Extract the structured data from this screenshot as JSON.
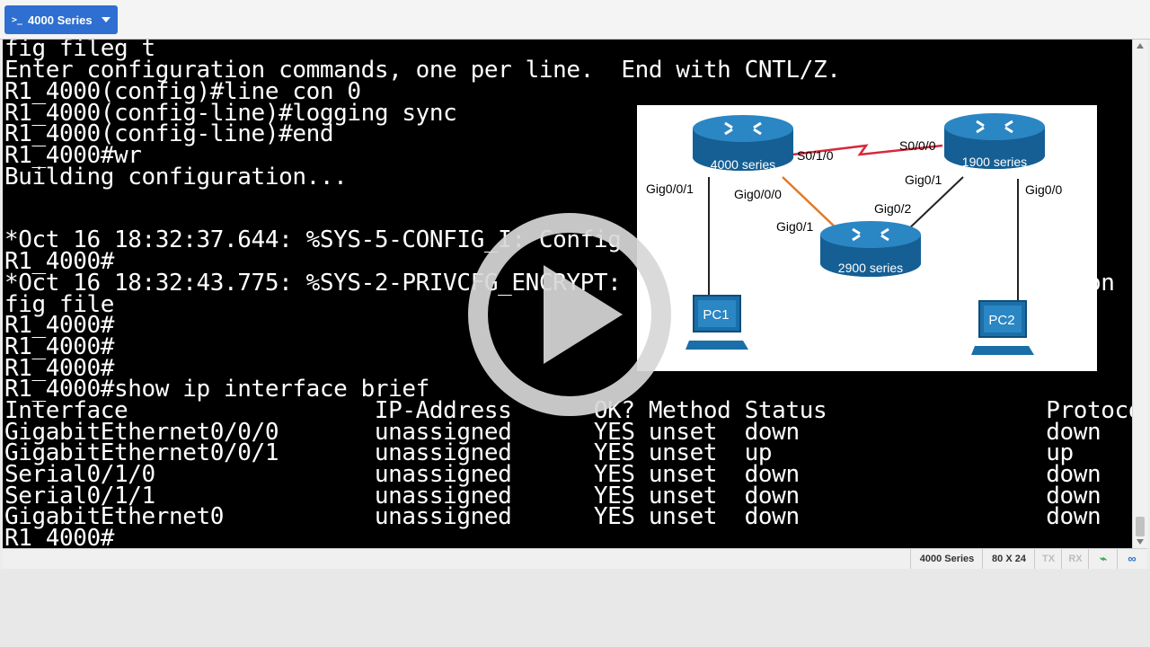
{
  "tab": {
    "label": "4000 Series",
    "icon": "terminal-prompt-icon"
  },
  "terminal": {
    "lines": [
      "fig fileg t",
      "Enter configuration commands, one per line.  End with CNTL/Z.",
      "R1_4000(config)#line con 0",
      "R1_4000(config-line)#logging sync",
      "R1_4000(config-line)#end",
      "R1_4000#wr",
      "Building configuration...",
      "",
      "",
      "*Oct 16 18:32:37.644: %SYS-5-CONFIG_I: Config",
      "R1_4000#",
      "*Oct 16 18:32:43.775: %SYS-2-PRIVCFG_ENCRYPT:                                  on",
      "fig file",
      "R1_4000#",
      "R1_4000#",
      "R1_4000#",
      "R1_4000#show ip interface brief",
      "Interface                  IP-Address      OK? Method Status                Protocol",
      "GigabitEthernet0/0/0       unassigned      YES unset  down                  down",
      "GigabitEthernet0/0/1       unassigned      YES unset  up                    up",
      "Serial0/1/0                unassigned      YES unset  down                  down",
      "Serial0/1/1                unassigned      YES unset  down                  down",
      "GigabitEthernet0           unassigned      YES unset  down                  down",
      "R1_4000#"
    ]
  },
  "diagram": {
    "routers": {
      "r4000": "4000 series",
      "r1900": "1900 series",
      "r2900": "2900 series"
    },
    "pcs": {
      "pc1": "PC1",
      "pc2": "PC2"
    },
    "ports": {
      "s010": "S0/1/0",
      "s000": "S0/0/0",
      "gig001": "Gig0/0/1",
      "gig000": "Gig0/0/0",
      "gig01_1900": "Gig0/1",
      "gig00_1900": "Gig0/0",
      "gig02_2900": "Gig0/2",
      "gig01_2900": "Gig0/1"
    },
    "colors": {
      "router": "#1b6fa8",
      "serial_link": "#d6283b",
      "fiber_link": "#e07b2a"
    }
  },
  "statusbar": {
    "device": "4000 Series",
    "size": "80 X 24",
    "tx": "TX",
    "rx": "RX"
  },
  "overlay": {
    "icon": "play-icon"
  }
}
